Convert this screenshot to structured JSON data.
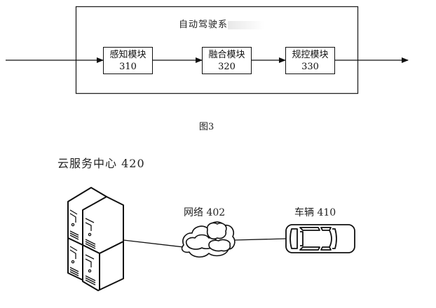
{
  "figure3": {
    "system_title": "自动驾驶系",
    "modules": [
      {
        "name": "感知模块",
        "id": "310"
      },
      {
        "name": "融合模块",
        "id": "320"
      },
      {
        "name": "规控模块",
        "id": "330"
      }
    ],
    "caption": "图3"
  },
  "figure4": {
    "cloud_center": {
      "label": "云服务中心 420",
      "icon": "server-stack-icon"
    },
    "network": {
      "label": "网络 402",
      "icon": "cloud-icon"
    },
    "vehicle": {
      "label": "车辆 410",
      "icon": "car-top-view-icon"
    }
  }
}
